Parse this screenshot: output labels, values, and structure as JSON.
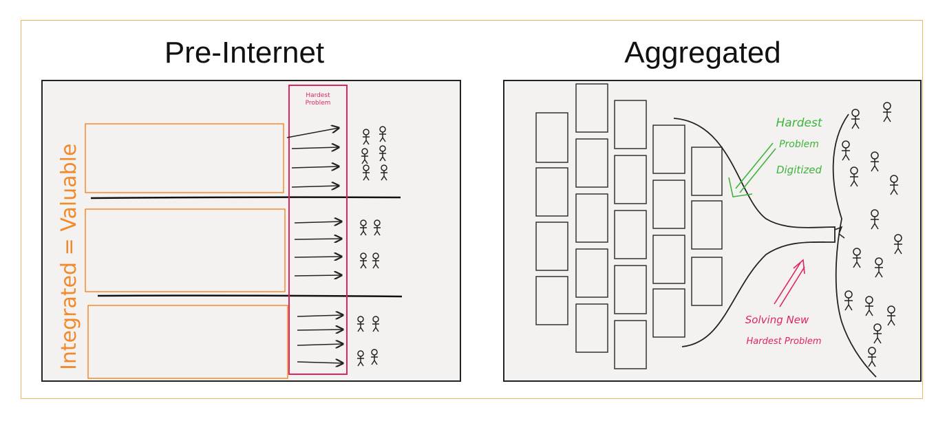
{
  "left_panel": {
    "title": "Pre-Internet",
    "side_label": "Integrated = Valuable",
    "column_label_line1": "Hardest",
    "column_label_line2": "Problem"
  },
  "right_panel": {
    "title": "Aggregated",
    "green_label_line1": "Hardest",
    "green_label_line2": "Problem",
    "green_label_line3": "Digitized",
    "red_label_line1": "Solving New",
    "red_label_line2": "Hardest Problem"
  },
  "colors": {
    "frame": "#f4b25c",
    "orange": "#f08a2a",
    "pink": "#e0245e",
    "green": "#3cb43c",
    "ink": "#222222",
    "panel_bg": "#f3f2f0"
  }
}
